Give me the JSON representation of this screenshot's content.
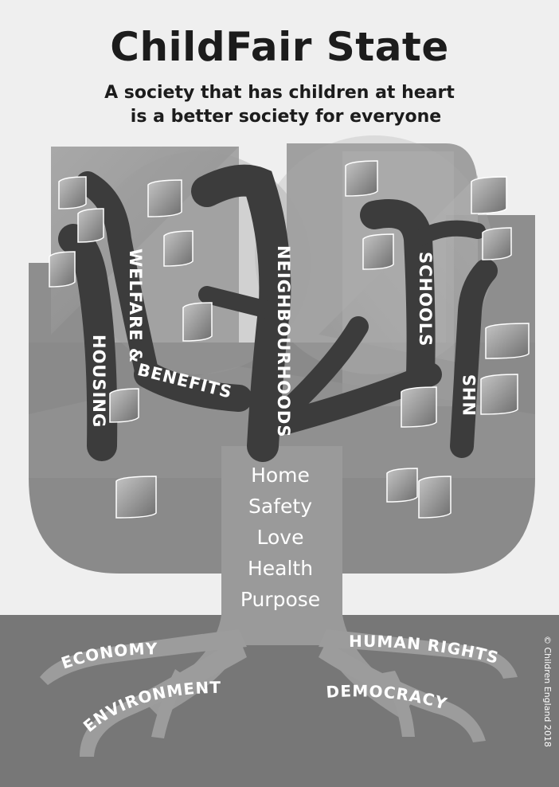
{
  "title": "ChildFair State",
  "subtitle_line1": "A society that has children at heart",
  "subtitle_line2": "is a better society for everyone",
  "branches": {
    "housing": "HOUSING",
    "welfare_1": "WELFARE &",
    "welfare_2": "BENEFITS",
    "neighbourhoods": "NEIGHBOURHOODS",
    "schools": "SCHOOLS",
    "nhs": "NHS"
  },
  "trunk_values": [
    "Home",
    "Safety",
    "Love",
    "Health",
    "Purpose"
  ],
  "roots": {
    "economy": "ECONOMY",
    "environment": "ENVIRONMENT",
    "human_rights": "HUMAN RIGHTS",
    "democracy": "DEMOCRACY"
  },
  "copyright": "© Children England 2018",
  "colors": {
    "background": "#efefef",
    "ground": "#777777",
    "canopy": "#8c8c8c",
    "branch": "#3c3c3c",
    "trunk": "#999999",
    "text_dark": "#1c1c1c"
  }
}
